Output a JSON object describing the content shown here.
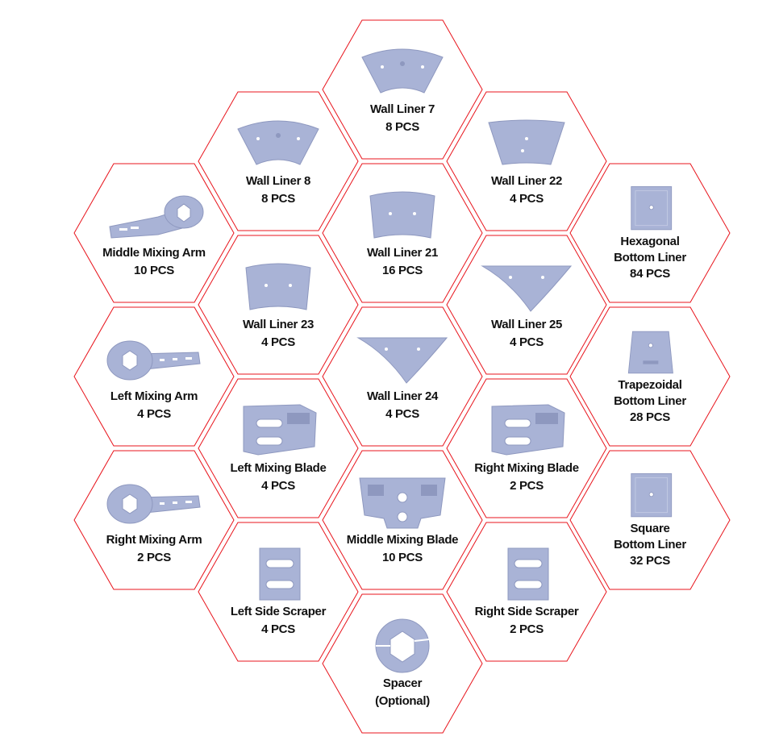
{
  "colors": {
    "hex_border": "#e8141c",
    "part_fill": "#a9b3d6",
    "part_shade": "#8e98bf",
    "text": "#111111"
  },
  "items": [
    {
      "id": "wall-liner-7",
      "lines": [
        "Wall Liner 7"
      ],
      "qty": "8 PCS",
      "icon": "arc-liner"
    },
    {
      "id": "wall-liner-8",
      "lines": [
        "Wall Liner 8"
      ],
      "qty": "8 PCS",
      "icon": "arc-liner"
    },
    {
      "id": "wall-liner-22",
      "lines": [
        "Wall Liner 22"
      ],
      "qty": "4 PCS",
      "icon": "trapezoid-liner"
    },
    {
      "id": "middle-mixing-arm",
      "lines": [
        "Middle Mixing Arm"
      ],
      "qty": "10 PCS",
      "icon": "arm-right"
    },
    {
      "id": "wall-liner-21",
      "lines": [
        "Wall Liner 21"
      ],
      "qty": "16 PCS",
      "icon": "curved-panel"
    },
    {
      "id": "hexagonal-bottom-liner",
      "lines": [
        "Hexagonal",
        "Bottom Liner"
      ],
      "qty": "84 PCS",
      "icon": "square-tile"
    },
    {
      "id": "wall-liner-23",
      "lines": [
        "Wall Liner 23"
      ],
      "qty": "4 PCS",
      "icon": "curved-panel"
    },
    {
      "id": "wall-liner-25",
      "lines": [
        "Wall Liner 25"
      ],
      "qty": "4 PCS",
      "icon": "triangle-liner"
    },
    {
      "id": "left-mixing-arm",
      "lines": [
        "Left Mixing Arm"
      ],
      "qty": "4 PCS",
      "icon": "arm-left"
    },
    {
      "id": "wall-liner-24",
      "lines": [
        "Wall Liner 24"
      ],
      "qty": "4 PCS",
      "icon": "triangle-liner"
    },
    {
      "id": "trapezoidal-bottom-liner",
      "lines": [
        "Trapezoidal",
        "Bottom Liner"
      ],
      "qty": "28 PCS",
      "icon": "trapezoid-tile"
    },
    {
      "id": "left-mixing-blade",
      "lines": [
        "Left Mixing Blade"
      ],
      "qty": "4 PCS",
      "icon": "blade"
    },
    {
      "id": "right-mixing-blade",
      "lines": [
        "Right Mixing Blade"
      ],
      "qty": "2 PCS",
      "icon": "blade"
    },
    {
      "id": "right-mixing-arm",
      "lines": [
        "Right Mixing Arm"
      ],
      "qty": "2 PCS",
      "icon": "arm-left"
    },
    {
      "id": "middle-mixing-blade",
      "lines": [
        "Middle Mixing Blade"
      ],
      "qty": "10 PCS",
      "icon": "middle-blade"
    },
    {
      "id": "square-bottom-liner",
      "lines": [
        "Square",
        "Bottom Liner"
      ],
      "qty": "32 PCS",
      "icon": "square-tile"
    },
    {
      "id": "left-side-scraper",
      "lines": [
        "Left Side Scraper"
      ],
      "qty": "4 PCS",
      "icon": "scraper"
    },
    {
      "id": "right-side-scraper",
      "lines": [
        "Right Side Scraper"
      ],
      "qty": "2 PCS",
      "icon": "scraper"
    },
    {
      "id": "spacer",
      "lines": [
        "Spacer"
      ],
      "qty": "(Optional)",
      "icon": "spacer-ring"
    }
  ]
}
